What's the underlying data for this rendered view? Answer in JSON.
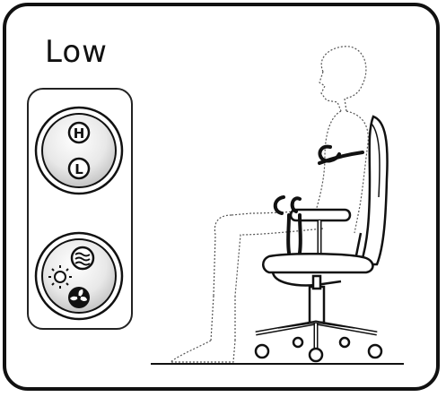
{
  "mode": {
    "label": "Low"
  },
  "controls": {
    "intensity_buttons": [
      {
        "label": "H",
        "icon": "high-letter-icon"
      },
      {
        "label": "L",
        "icon": "low-letter-icon"
      }
    ],
    "function_buttons": [
      {
        "icon": "heat-waves-icon"
      },
      {
        "icon": "sun-icon"
      },
      {
        "icon": "fan-icon"
      }
    ]
  },
  "colors": {
    "ink": "#111111",
    "button_fill": "#e6e6e6",
    "fan_fill": "#000000"
  }
}
